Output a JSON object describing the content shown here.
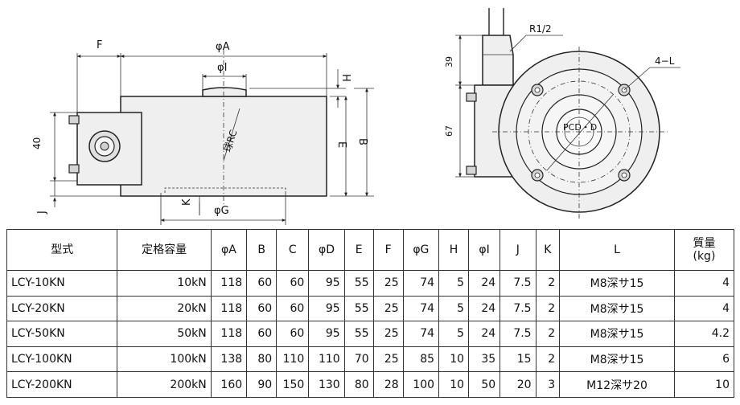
{
  "drawing": {
    "side_view": {
      "labels": {
        "F": "F",
        "phiA": "φA",
        "phiI": "φI",
        "H": "H",
        "sphere": "球RC",
        "E": "E",
        "B": "B",
        "dim40": "40",
        "J": "J",
        "K": "K",
        "phiG": "φG"
      }
    },
    "front_view": {
      "labels": {
        "R12": "R1/2",
        "d39": "39",
        "d67": "67",
        "fourL": "4−L",
        "pcd": "PCD・D"
      }
    }
  },
  "table": {
    "headers": [
      "型式",
      "定格容量",
      "φA",
      "B",
      "C",
      "φD",
      "E",
      "F",
      "φG",
      "H",
      "φI",
      "J",
      "K",
      "L",
      "質量\n(kg)"
    ],
    "rows": [
      [
        "LCY-10KN",
        "10kN",
        "118",
        "60",
        "60",
        "95",
        "55",
        "25",
        "74",
        "5",
        "24",
        "7.5",
        "2",
        "M8深サ15",
        "4"
      ],
      [
        "LCY-20KN",
        "20kN",
        "118",
        "60",
        "60",
        "95",
        "55",
        "25",
        "74",
        "5",
        "24",
        "7.5",
        "2",
        "M8深サ15",
        "4"
      ],
      [
        "LCY-50KN",
        "50kN",
        "118",
        "60",
        "60",
        "95",
        "55",
        "25",
        "74",
        "5",
        "24",
        "7.5",
        "2",
        "M8深サ15",
        "4.2"
      ],
      [
        "LCY-100KN",
        "100kN",
        "138",
        "80",
        "110",
        "110",
        "70",
        "25",
        "85",
        "10",
        "35",
        "15",
        "2",
        "M8深サ15",
        "6"
      ],
      [
        "LCY-200KN",
        "200kN",
        "160",
        "90",
        "150",
        "130",
        "80",
        "28",
        "100",
        "10",
        "50",
        "20",
        "3",
        "M12深サ20",
        "10"
      ]
    ]
  }
}
